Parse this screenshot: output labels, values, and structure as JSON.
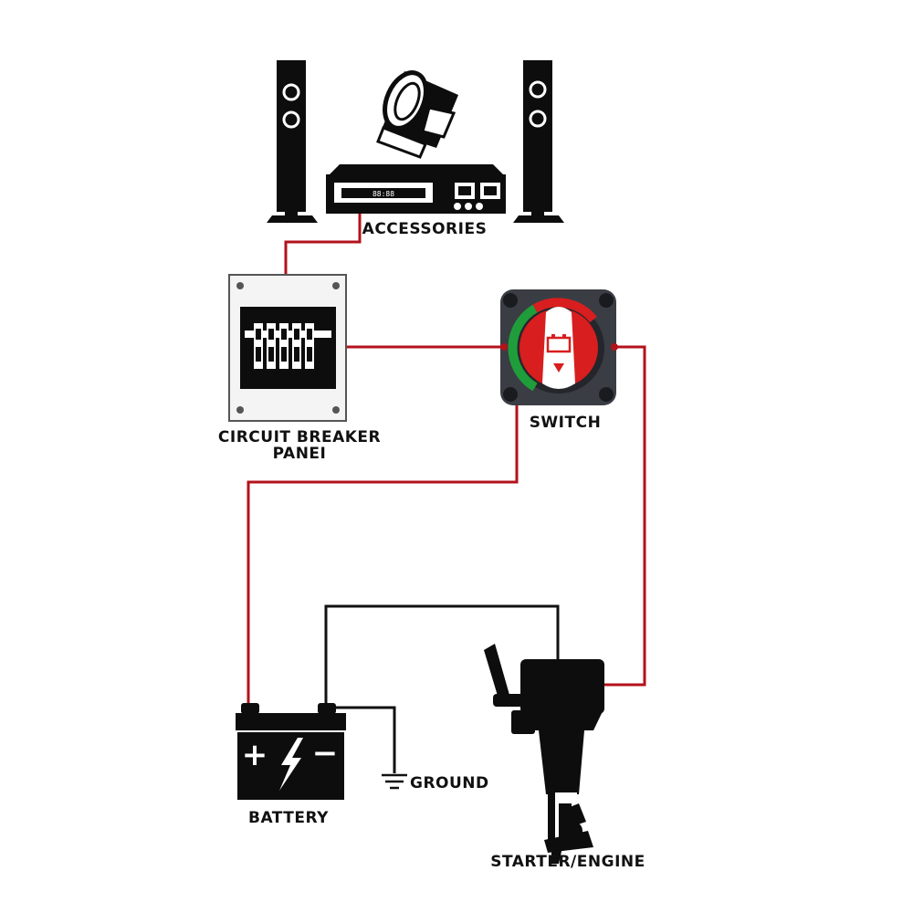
{
  "labels": {
    "accessories": "ACCESSORIES",
    "circuit_breaker_line1": "CIRCUIT BREAKER",
    "circuit_breaker_line2": "PANEI",
    "switch": "SWITCH",
    "battery": "BATTERY",
    "ground": "GROUND",
    "starter_engine": "STARTER/ENGINE"
  },
  "device_text": {
    "stereo_display": "88:88"
  },
  "battery_symbols": {
    "positive": "+",
    "negative": "−"
  },
  "colors": {
    "red_wire": "#b3121b",
    "black_wire": "#111111",
    "switch_body": "#3a3d44",
    "switch_knob": "#d81e1e",
    "switch_green": "#1f9d3a",
    "device_fill": "#0d0d0d"
  },
  "icons": {
    "speaker_left": "tower-speaker-icon",
    "speaker_right": "tower-speaker-icon",
    "spotlight": "spotlight-icon",
    "stereo": "stereo-receiver-icon",
    "breaker": "circuit-breaker-panel-icon",
    "switch": "battery-disconnect-switch-icon",
    "battery": "battery-icon",
    "ground": "ground-symbol-icon",
    "engine": "outboard-motor-icon"
  }
}
